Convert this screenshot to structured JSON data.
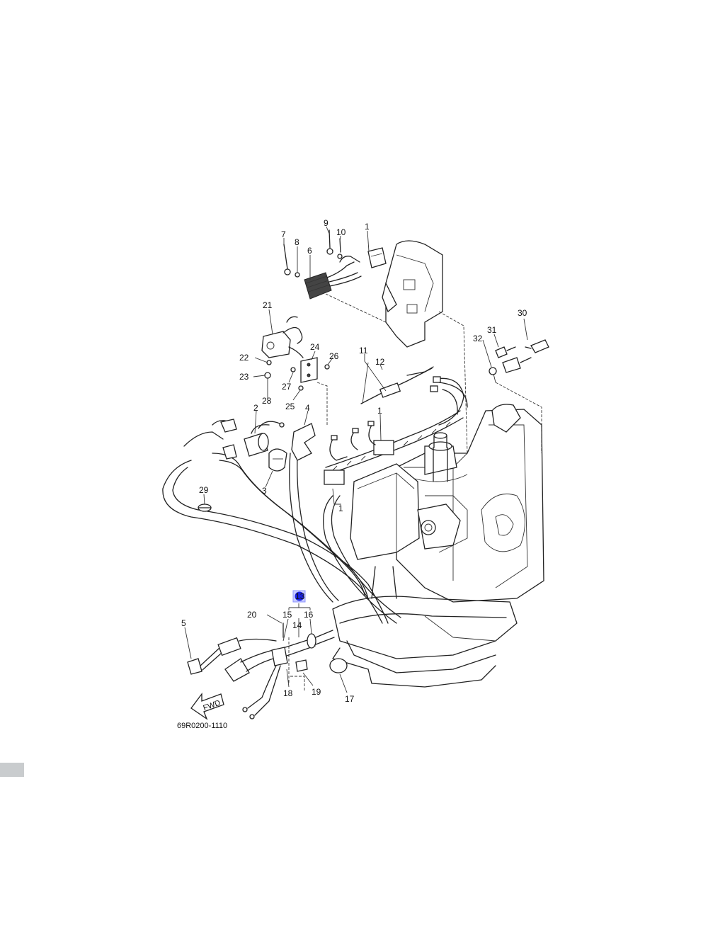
{
  "diagram": {
    "code": "69R0200-1110",
    "fwd_label": "FWD",
    "highlight_color": "#1a22e0",
    "callouts": [
      {
        "id": "1a",
        "label": "1"
      },
      {
        "id": "1b",
        "label": "1"
      },
      {
        "id": "1c",
        "label": "1"
      },
      {
        "id": "2",
        "label": "2"
      },
      {
        "id": "3",
        "label": "3"
      },
      {
        "id": "4",
        "label": "4"
      },
      {
        "id": "5",
        "label": "5"
      },
      {
        "id": "6",
        "label": "6"
      },
      {
        "id": "7",
        "label": "7"
      },
      {
        "id": "8",
        "label": "8"
      },
      {
        "id": "9",
        "label": "9"
      },
      {
        "id": "10",
        "label": "10"
      },
      {
        "id": "11",
        "label": "11"
      },
      {
        "id": "12",
        "label": "12"
      },
      {
        "id": "13",
        "label": "13"
      },
      {
        "id": "14",
        "label": "14"
      },
      {
        "id": "15",
        "label": "15"
      },
      {
        "id": "16",
        "label": "16"
      },
      {
        "id": "17",
        "label": "17"
      },
      {
        "id": "18",
        "label": "18"
      },
      {
        "id": "19",
        "label": "19"
      },
      {
        "id": "20",
        "label": "20"
      },
      {
        "id": "21",
        "label": "21"
      },
      {
        "id": "22",
        "label": "22"
      },
      {
        "id": "23",
        "label": "23"
      },
      {
        "id": "24",
        "label": "24"
      },
      {
        "id": "25",
        "label": "25"
      },
      {
        "id": "26",
        "label": "26"
      },
      {
        "id": "27",
        "label": "27"
      },
      {
        "id": "28",
        "label": "28"
      },
      {
        "id": "29",
        "label": "29"
      },
      {
        "id": "30",
        "label": "30"
      },
      {
        "id": "31",
        "label": "31"
      },
      {
        "id": "32",
        "label": "32"
      }
    ]
  }
}
